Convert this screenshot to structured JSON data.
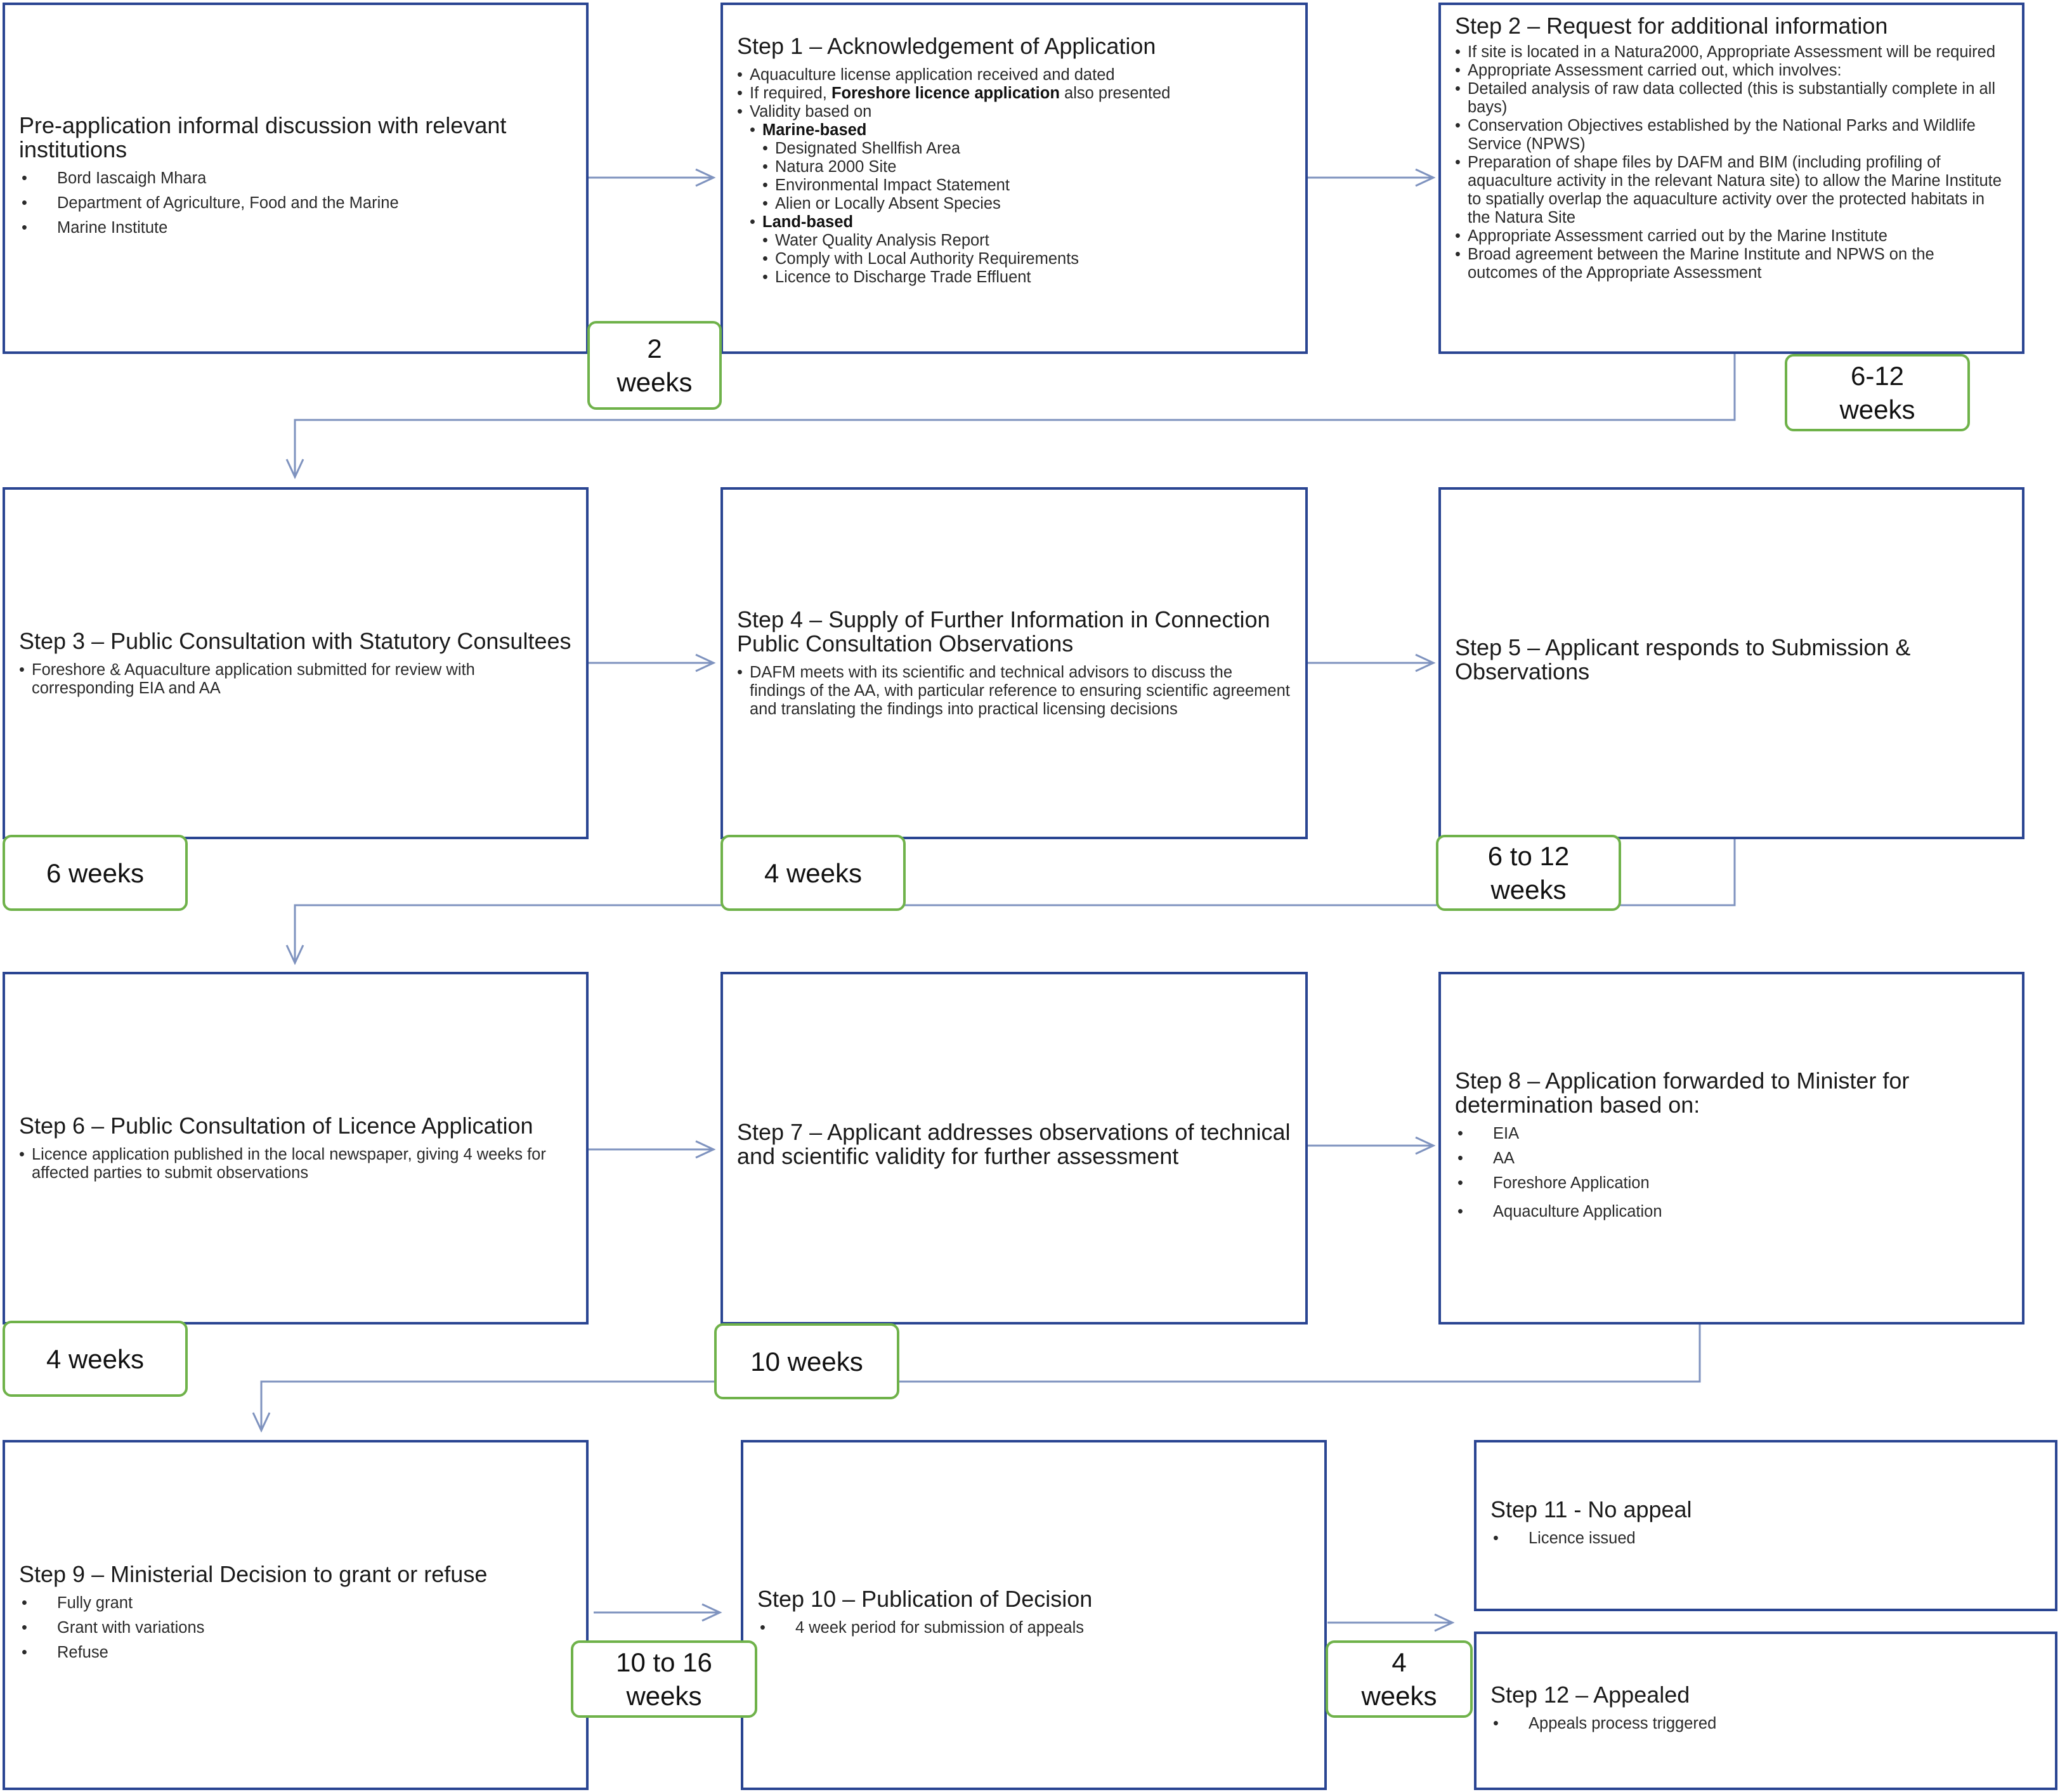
{
  "pre": {
    "title": "Pre-application informal discussion with relevant institutions",
    "items": [
      "Bord Iascaigh Mhara",
      "Department of Agriculture, Food and the Marine",
      "Marine Institute"
    ]
  },
  "step1": {
    "title": "Step 1 – Acknowledgement of Application",
    "i1": "Aquaculture license application received and dated",
    "i2_pre": "If required, ",
    "i2_bold": "Foreshore licence application",
    "i2_post": " also presented",
    "i3": "Validity based on",
    "marine": "Marine-based",
    "marine_items": [
      "Designated Shellfish Area",
      "Natura 2000 Site",
      "Environmental Impact Statement",
      "Alien or Locally Absent Species"
    ],
    "land": "Land-based",
    "land_items": [
      "Water Quality Analysis Report",
      "Comply with Local Authority Requirements",
      "Licence to Discharge Trade Effluent"
    ]
  },
  "step2": {
    "title": "Step 2 – Request for additional information",
    "items": [
      "If site is located in a Natura2000, Appropriate Assessment will be required",
      "Appropriate Assessment carried out, which involves:",
      "Detailed analysis of raw data collected (this is substantially complete in all bays)",
      "Conservation Objectives established by the National Parks and Wildlife Service (NPWS)",
      "Preparation of shape files by DAFM and BIM (including profiling of aquaculture activity in the relevant Natura site) to allow the Marine Institute to spatially overlap the aquaculture activity over the protected habitats in the Natura Site",
      "Appropriate Assessment carried out by the Marine Institute",
      "Broad agreement between the Marine Institute and NPWS on the outcomes of the Appropriate Assessment"
    ]
  },
  "step3": {
    "title": "Step 3 – Public Consultation with Statutory Consultees",
    "items": [
      "Foreshore & Aquaculture application submitted for review with corresponding EIA and AA"
    ]
  },
  "step4": {
    "title": "Step 4 – Supply of Further Information in Connection Public Consultation Observations",
    "items": [
      "DAFM meets with its scientific and technical advisors to discuss the findings of the AA, with particular reference to ensuring scientific agreement and translating the findings into practical licensing decisions"
    ]
  },
  "step5": {
    "title": "Step 5 – Applicant responds to Submission & Observations"
  },
  "step6": {
    "title": "Step 6 – Public Consultation of Licence Application",
    "items": [
      "Licence application published in the local newspaper, giving 4 weeks for affected parties to submit observations"
    ]
  },
  "step7": {
    "title": "Step 7 – Applicant addresses observations of technical and scientific validity for further assessment"
  },
  "step8": {
    "title": "Step 8 – Application forwarded to Minister for determination based on:",
    "items": [
      "EIA",
      "AA",
      "Foreshore Application",
      "Aquaculture Application"
    ]
  },
  "step9": {
    "title": "Step 9 – Ministerial Decision to grant or refuse",
    "items": [
      "Fully grant",
      "Grant with variations",
      "Refuse"
    ]
  },
  "step10": {
    "title": "Step 10 – Publication of Decision",
    "items": [
      "4 week period for submission of appeals"
    ]
  },
  "step11": {
    "title": "Step 11 - No appeal",
    "items": [
      "Licence issued"
    ]
  },
  "step12": {
    "title": "Step 12 – Appealed",
    "items": [
      "Appeals process triggered"
    ]
  },
  "durations": {
    "d1": "2 weeks",
    "d2": "6-12 weeks",
    "d3": "6 weeks",
    "d4": "4 weeks",
    "d5": "6 to 12 weeks",
    "d6": "4 weeks",
    "d7": "10 weeks",
    "d8": "10 to 16 weeks",
    "d9": "4 weeks"
  },
  "colors": {
    "box_border": "#2a4592",
    "duration_border": "#6fb24a",
    "arrow": "#7f93bf"
  }
}
